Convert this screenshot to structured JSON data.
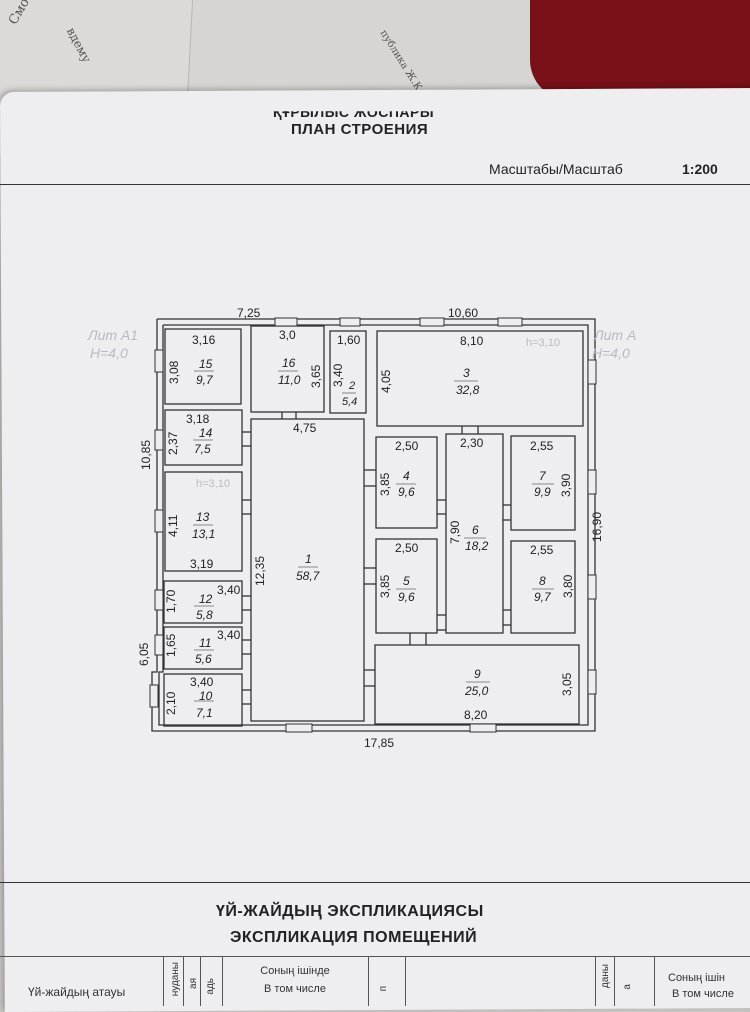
{
  "header": {
    "title_kz": "ҚҰРЫЛЫС ЖОСПАРЫ",
    "title_ru": "ПЛАН СТРОЕНИЯ",
    "scale_label": "Масштабы/Масштаб",
    "scale_value": "1:200"
  },
  "background": {
    "text_1": "Смотрите н",
    "text_2": "вдему",
    "text_3": "публика Ж.К"
  },
  "lit": {
    "a1_name": "Лит А1",
    "a1_height": "H=4,0",
    "a_name": "Лит А",
    "a_height": "H=4,0",
    "h_room3": "h=3,10",
    "h_room13": "h=3,10"
  },
  "dims": {
    "top_left": "7,25",
    "top_right": "10,60",
    "bottom": "17,85",
    "left_overall": "10,85",
    "left_lower": "6,05",
    "right_overall": "16,90",
    "corridor_long": "12,35"
  },
  "rooms": {
    "r15": {
      "num": "15",
      "area": "9,7",
      "w": "3,16",
      "h": "3,08"
    },
    "r16": {
      "num": "16",
      "area": "11,0",
      "w": "3,0",
      "h": "3,65"
    },
    "r2": {
      "num": "2",
      "area": "5,4",
      "w": "1,60",
      "h": "3,40"
    },
    "r3": {
      "num": "3",
      "area": "32,8",
      "w": "8,10",
      "h": "4,05"
    },
    "r14": {
      "num": "14",
      "area": "7,5",
      "w": "3,18",
      "h": "2,37"
    },
    "r1": {
      "num": "1",
      "area": "58,7",
      "w": "4,75"
    },
    "r4": {
      "num": "4",
      "area": "9,6",
      "w": "2,50",
      "h": "3,85"
    },
    "r6": {
      "num": "6",
      "area": "18,2",
      "w": "2,30",
      "h": "7,90"
    },
    "r7": {
      "num": "7",
      "area": "9,9",
      "w": "2,55",
      "h": "3,90"
    },
    "r13": {
      "num": "13",
      "area": "13,1",
      "w": "3,19",
      "h": "4,11"
    },
    "r5": {
      "num": "5",
      "area": "9,6",
      "w": "2,50",
      "h": "3,85"
    },
    "r8": {
      "num": "8",
      "area": "9,7",
      "w": "2,55",
      "h": "3,80"
    },
    "r12": {
      "num": "12",
      "area": "5,8",
      "w": "3,40",
      "h": "1,70"
    },
    "r11": {
      "num": "11",
      "area": "5,6",
      "w": "3,40",
      "h": "1,65"
    },
    "r10": {
      "num": "10",
      "area": "7,1",
      "w": "3,40",
      "h": "2,10"
    },
    "r9": {
      "num": "9",
      "area": "25,0",
      "w": "8,20",
      "h": "3,05"
    }
  },
  "explication": {
    "title_kz": "ҮЙ-ЖАЙДЫҢ ЭКСПЛИКАЦИЯСЫ",
    "title_ru": "ЭКСПЛИКАЦИЯ ПОМЕЩЕНИЙ",
    "col_name": "Үй-жайдың атауы",
    "col_v1": "нуданы",
    "col_v2": "ая",
    "col_v3": "адь",
    "col_incl_kz": "Соның ішінде",
    "col_incl_ru": "В том числе",
    "col_v4": "п",
    "col_v5": "даны",
    "col_v6": "а",
    "col_incl_kz2": "Соның ішін",
    "col_incl_ru2": "В том числе"
  }
}
